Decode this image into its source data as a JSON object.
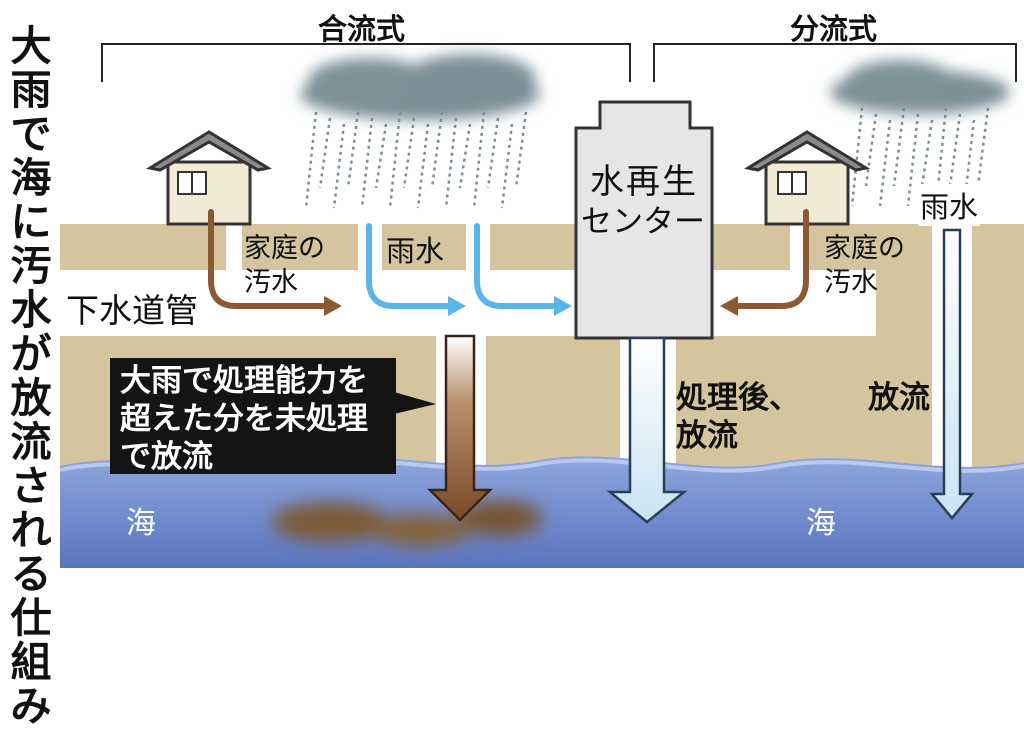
{
  "title_chars": [
    "大",
    "雨",
    "で",
    "海",
    "に",
    "汚",
    "水",
    "が",
    "放",
    "流",
    "さ",
    "れ",
    "る",
    "仕",
    "組",
    "み"
  ],
  "combined_label": "合流式",
  "separate_label": "分流式",
  "center_label_line1": "水再生",
  "center_label_line2": "センター",
  "sewer_pipe_label": "下水道管",
  "home_wastewater_line1": "家庭の",
  "home_wastewater_line2": "汚水",
  "rainwater_label": "雨水",
  "callout_lines": [
    "大雨で処理能力を",
    "超えた分を未処理",
    "で放流"
  ],
  "treated_line1": "処理後、",
  "treated_line2": "放流",
  "discharge_label": "放流",
  "sea_label": "海",
  "colors": {
    "ground": "#d5c59e",
    "sea_top": "#8da5de",
    "sea_bottom": "#5d7ac2",
    "sewage_brown": "#8b5a32",
    "rain_blue": "#5bb4e6",
    "cloud": "#7c9099",
    "house_wall": "#f1ead5",
    "center_fill": "#e4e6e8",
    "callout_bg": "#141414"
  }
}
